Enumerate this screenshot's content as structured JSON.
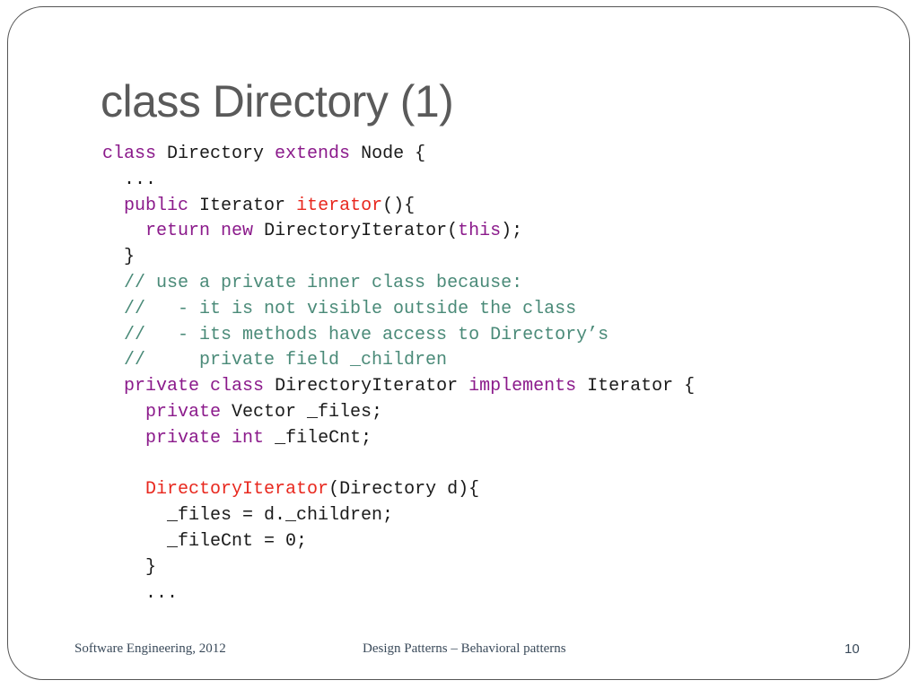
{
  "slide": {
    "title": "class Directory (1)",
    "footer": {
      "left": "Software Engineering, 2012",
      "center": "Design Patterns – Behavioral patterns",
      "page_number": "10"
    }
  },
  "code_lines": [
    [
      [
        "class",
        "kw"
      ],
      [
        " Directory ",
        ""
      ],
      [
        "extends",
        "kw"
      ],
      [
        " Node {",
        ""
      ]
    ],
    [
      [
        "  ...",
        ""
      ]
    ],
    [
      [
        "  ",
        ""
      ],
      [
        "public",
        "kw"
      ],
      [
        " Iterator ",
        ""
      ],
      [
        "iterator",
        "fn"
      ],
      [
        "(){",
        ""
      ]
    ],
    [
      [
        "    ",
        ""
      ],
      [
        "return",
        "kw"
      ],
      [
        " ",
        ""
      ],
      [
        "new",
        "kw"
      ],
      [
        " DirectoryIterator(",
        ""
      ],
      [
        "this",
        "kw"
      ],
      [
        ");",
        ""
      ]
    ],
    [
      [
        "  }",
        ""
      ]
    ],
    [
      [
        "  // use a private inner class because:",
        "cm"
      ]
    ],
    [
      [
        "  //   - it is not visible outside the class",
        "cm"
      ]
    ],
    [
      [
        "  //   - its methods have access to Directory’s",
        "cm"
      ]
    ],
    [
      [
        "  //     private field _children",
        "cm"
      ]
    ],
    [
      [
        "  ",
        ""
      ],
      [
        "private",
        "kw"
      ],
      [
        " ",
        ""
      ],
      [
        "class",
        "kw"
      ],
      [
        " DirectoryIterator ",
        ""
      ],
      [
        "implements",
        "kw"
      ],
      [
        " Iterator {",
        ""
      ]
    ],
    [
      [
        "    ",
        ""
      ],
      [
        "private",
        "kw"
      ],
      [
        " Vector _files;",
        ""
      ]
    ],
    [
      [
        "    ",
        ""
      ],
      [
        "private",
        "kw"
      ],
      [
        " ",
        ""
      ],
      [
        "int",
        "kw"
      ],
      [
        " _fileCnt;",
        ""
      ]
    ],
    [],
    [
      [
        "    ",
        ""
      ],
      [
        "DirectoryIterator",
        "fn"
      ],
      [
        "(Directory d){",
        ""
      ]
    ],
    [
      [
        "      _files = d._children;",
        ""
      ]
    ],
    [
      [
        "      _fileCnt = 0;",
        ""
      ]
    ],
    [
      [
        "    }",
        ""
      ]
    ],
    [
      [
        "    ...",
        ""
      ]
    ]
  ]
}
